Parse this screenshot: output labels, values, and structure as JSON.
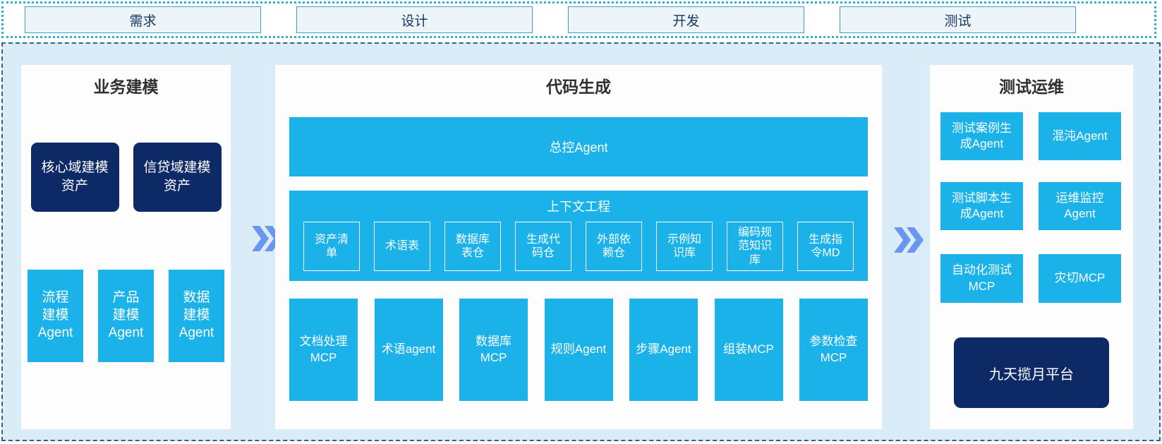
{
  "phases": [
    "需求",
    "设计",
    "开发",
    "测试"
  ],
  "sections": {
    "business_modeling": {
      "title": "业务建模",
      "asset_boxes": [
        "核心域建模\n资产",
        "信贷域建模\n资产"
      ],
      "agent_boxes": [
        "流程\n建模\nAgent",
        "产品\n建模\nAgent",
        "数据\n建模\nAgent"
      ]
    },
    "code_generation": {
      "title": "代码生成",
      "master_agent": "总控Agent",
      "context_engineering": {
        "title": "上下文工程",
        "items": [
          "资产清\n单",
          "术语表",
          "数据库\n表仓",
          "生成代\n码仓",
          "外部依\n赖仓",
          "示例知\n识库",
          "编码规\n范知识\n库",
          "生成指\n令MD"
        ]
      },
      "tool_boxes": [
        "文档处理\nMCP",
        "术语agent",
        "数据库\nMCP",
        "规则Agent",
        "步骤Agent",
        "组装MCP",
        "参数检查\nMCP"
      ]
    },
    "test_ops": {
      "title": "测试运维",
      "boxes": [
        "测试案例生\n成Agent",
        "混沌Agent",
        "测试脚本生\n成Agent",
        "运维监控\nAgent",
        "自动化测试\nMCP",
        "灾切MCP"
      ],
      "platform": "九天揽月平台"
    }
  },
  "icons": {
    "flow_arrow": "double-chevron-right"
  },
  "colors": {
    "box_blue": "#1ab2e8",
    "box_navy": "#0d2a66",
    "arrow_blue": "#6a96ef",
    "panel_bg": "#d9ecf8",
    "panel_border": "#34627f",
    "phase_border": "#2cb3d5",
    "phase_box_bg": "#edf5fb",
    "phase_text": "#15355c"
  }
}
